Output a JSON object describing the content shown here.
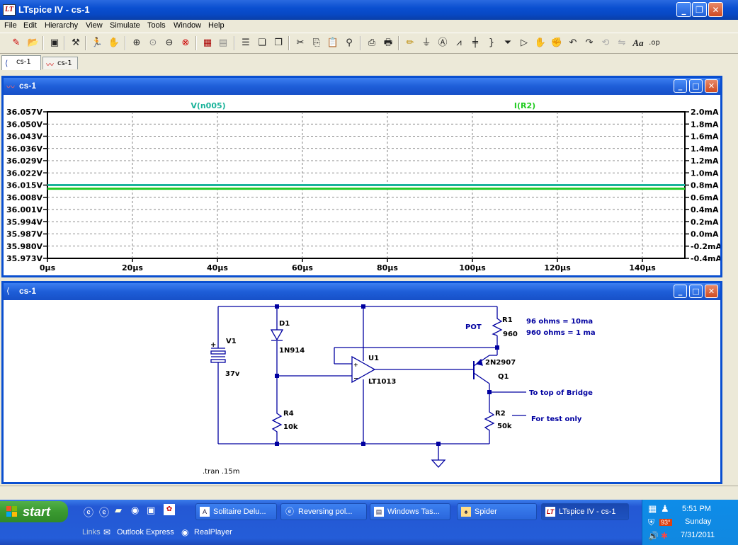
{
  "app": {
    "title": "LTspice IV - cs-1"
  },
  "menu": [
    "File",
    "Edit",
    "Hierarchy",
    "View",
    "Simulate",
    "Tools",
    "Window",
    "Help"
  ],
  "toolbar_icons": [
    "new-schematic-icon",
    "open-icon",
    "save-icon",
    "control-panel-icon",
    "run-icon",
    "halt-icon",
    "zoom-in-icon",
    "zoom-box-icon",
    "zoom-out-icon",
    "zoom-cancel-icon",
    "autorange-icon",
    "fft-icon",
    "tile-horizontal-icon",
    "cascade-icon",
    "close-all-icon",
    "cut-icon",
    "copy-icon",
    "paste-icon",
    "find-icon",
    "print-setup-icon",
    "print-icon",
    "wire-icon",
    "ground-icon",
    "label-net-icon",
    "resistor-icon",
    "capacitor-icon",
    "inductor-icon",
    "diode-icon",
    "component-icon",
    "move-icon",
    "drag-icon",
    "undo-icon",
    "redo-icon",
    "rotate-icon",
    "mirror-icon",
    "text-icon",
    "spice-directive-icon"
  ],
  "toolbar_text": {
    "text_icon": "Aa",
    "spice_icon": ".op"
  },
  "tabs": [
    {
      "label": "cs-1"
    },
    {
      "label": "cs-1"
    }
  ],
  "waveform_window": {
    "title": "cs-1"
  },
  "schematic_window": {
    "title": "cs-1"
  },
  "chart_data": {
    "type": "line",
    "x": {
      "ticks": [
        "0µs",
        "20µs",
        "40µs",
        "60µs",
        "80µs",
        "100µs",
        "120µs",
        "140µs"
      ],
      "tick_values": [
        0,
        20,
        40,
        60,
        80,
        100,
        120,
        140
      ],
      "range": [
        0,
        150
      ]
    },
    "y_left": {
      "ticks": [
        "36.057V",
        "36.050V",
        "36.043V",
        "36.036V",
        "36.029V",
        "36.022V",
        "36.015V",
        "36.008V",
        "36.001V",
        "35.994V",
        "35.987V",
        "35.980V",
        "35.973V"
      ],
      "range": [
        35.973,
        36.057
      ]
    },
    "y_right": {
      "ticks": [
        "2.0mA",
        "1.8mA",
        "1.6mA",
        "1.4mA",
        "1.2mA",
        "1.0mA",
        "0.8mA",
        "0.6mA",
        "0.4mA",
        "0.2mA",
        "0.0mA",
        "-0.2mA",
        "-0.4mA"
      ],
      "range": [
        -0.4,
        2.0
      ]
    },
    "grid": true,
    "series": [
      {
        "name": "V(n005)",
        "axis": "left",
        "color": "#1ab39a",
        "x": [
          0,
          150
        ],
        "y": [
          36.015,
          36.015
        ]
      },
      {
        "name": "I(R2)",
        "axis": "right",
        "color": "#22cc22",
        "x": [
          0,
          150
        ],
        "y": [
          0.74,
          0.74
        ]
      }
    ]
  },
  "schematic": {
    "labels": {
      "v1": "V1",
      "v1_value": "37v",
      "d1": "D1",
      "d1_model": "1N914",
      "u1": "U1",
      "u1_model": "LT1013",
      "r4": "R4",
      "r4_value": "10k",
      "r1": "R1",
      "r1_value": "960",
      "pot": "POT",
      "note1": "96 ohms = 10ma",
      "note2": "960 ohms = 1 ma",
      "q1_model": "2N2907",
      "q1": "Q1",
      "bridge": "To top of Bridge",
      "r2": "R2",
      "r2_value": "50k",
      "test": "For test only",
      "plus": "+",
      "minus": "−",
      "directive": ".tran .15m"
    }
  },
  "taskbar": {
    "start": "start",
    "tasks": [
      {
        "label": "Solitaire Delu...",
        "icon": "solitaire-icon"
      },
      {
        "label": "Reversing pol...",
        "icon": "ie-icon"
      },
      {
        "label": "Windows Tas...",
        "icon": "task-manager-icon"
      },
      {
        "label": "Spider",
        "icon": "spider-icon"
      },
      {
        "label": "LTspice IV - cs-1",
        "icon": "ltspice-icon",
        "active": true
      }
    ],
    "links_label": "Links",
    "links": [
      "Outlook Express",
      "RealPlayer"
    ],
    "tray": {
      "time": "5:51 PM",
      "day": "Sunday",
      "date": "7/31/2011",
      "temp": "93°"
    }
  }
}
